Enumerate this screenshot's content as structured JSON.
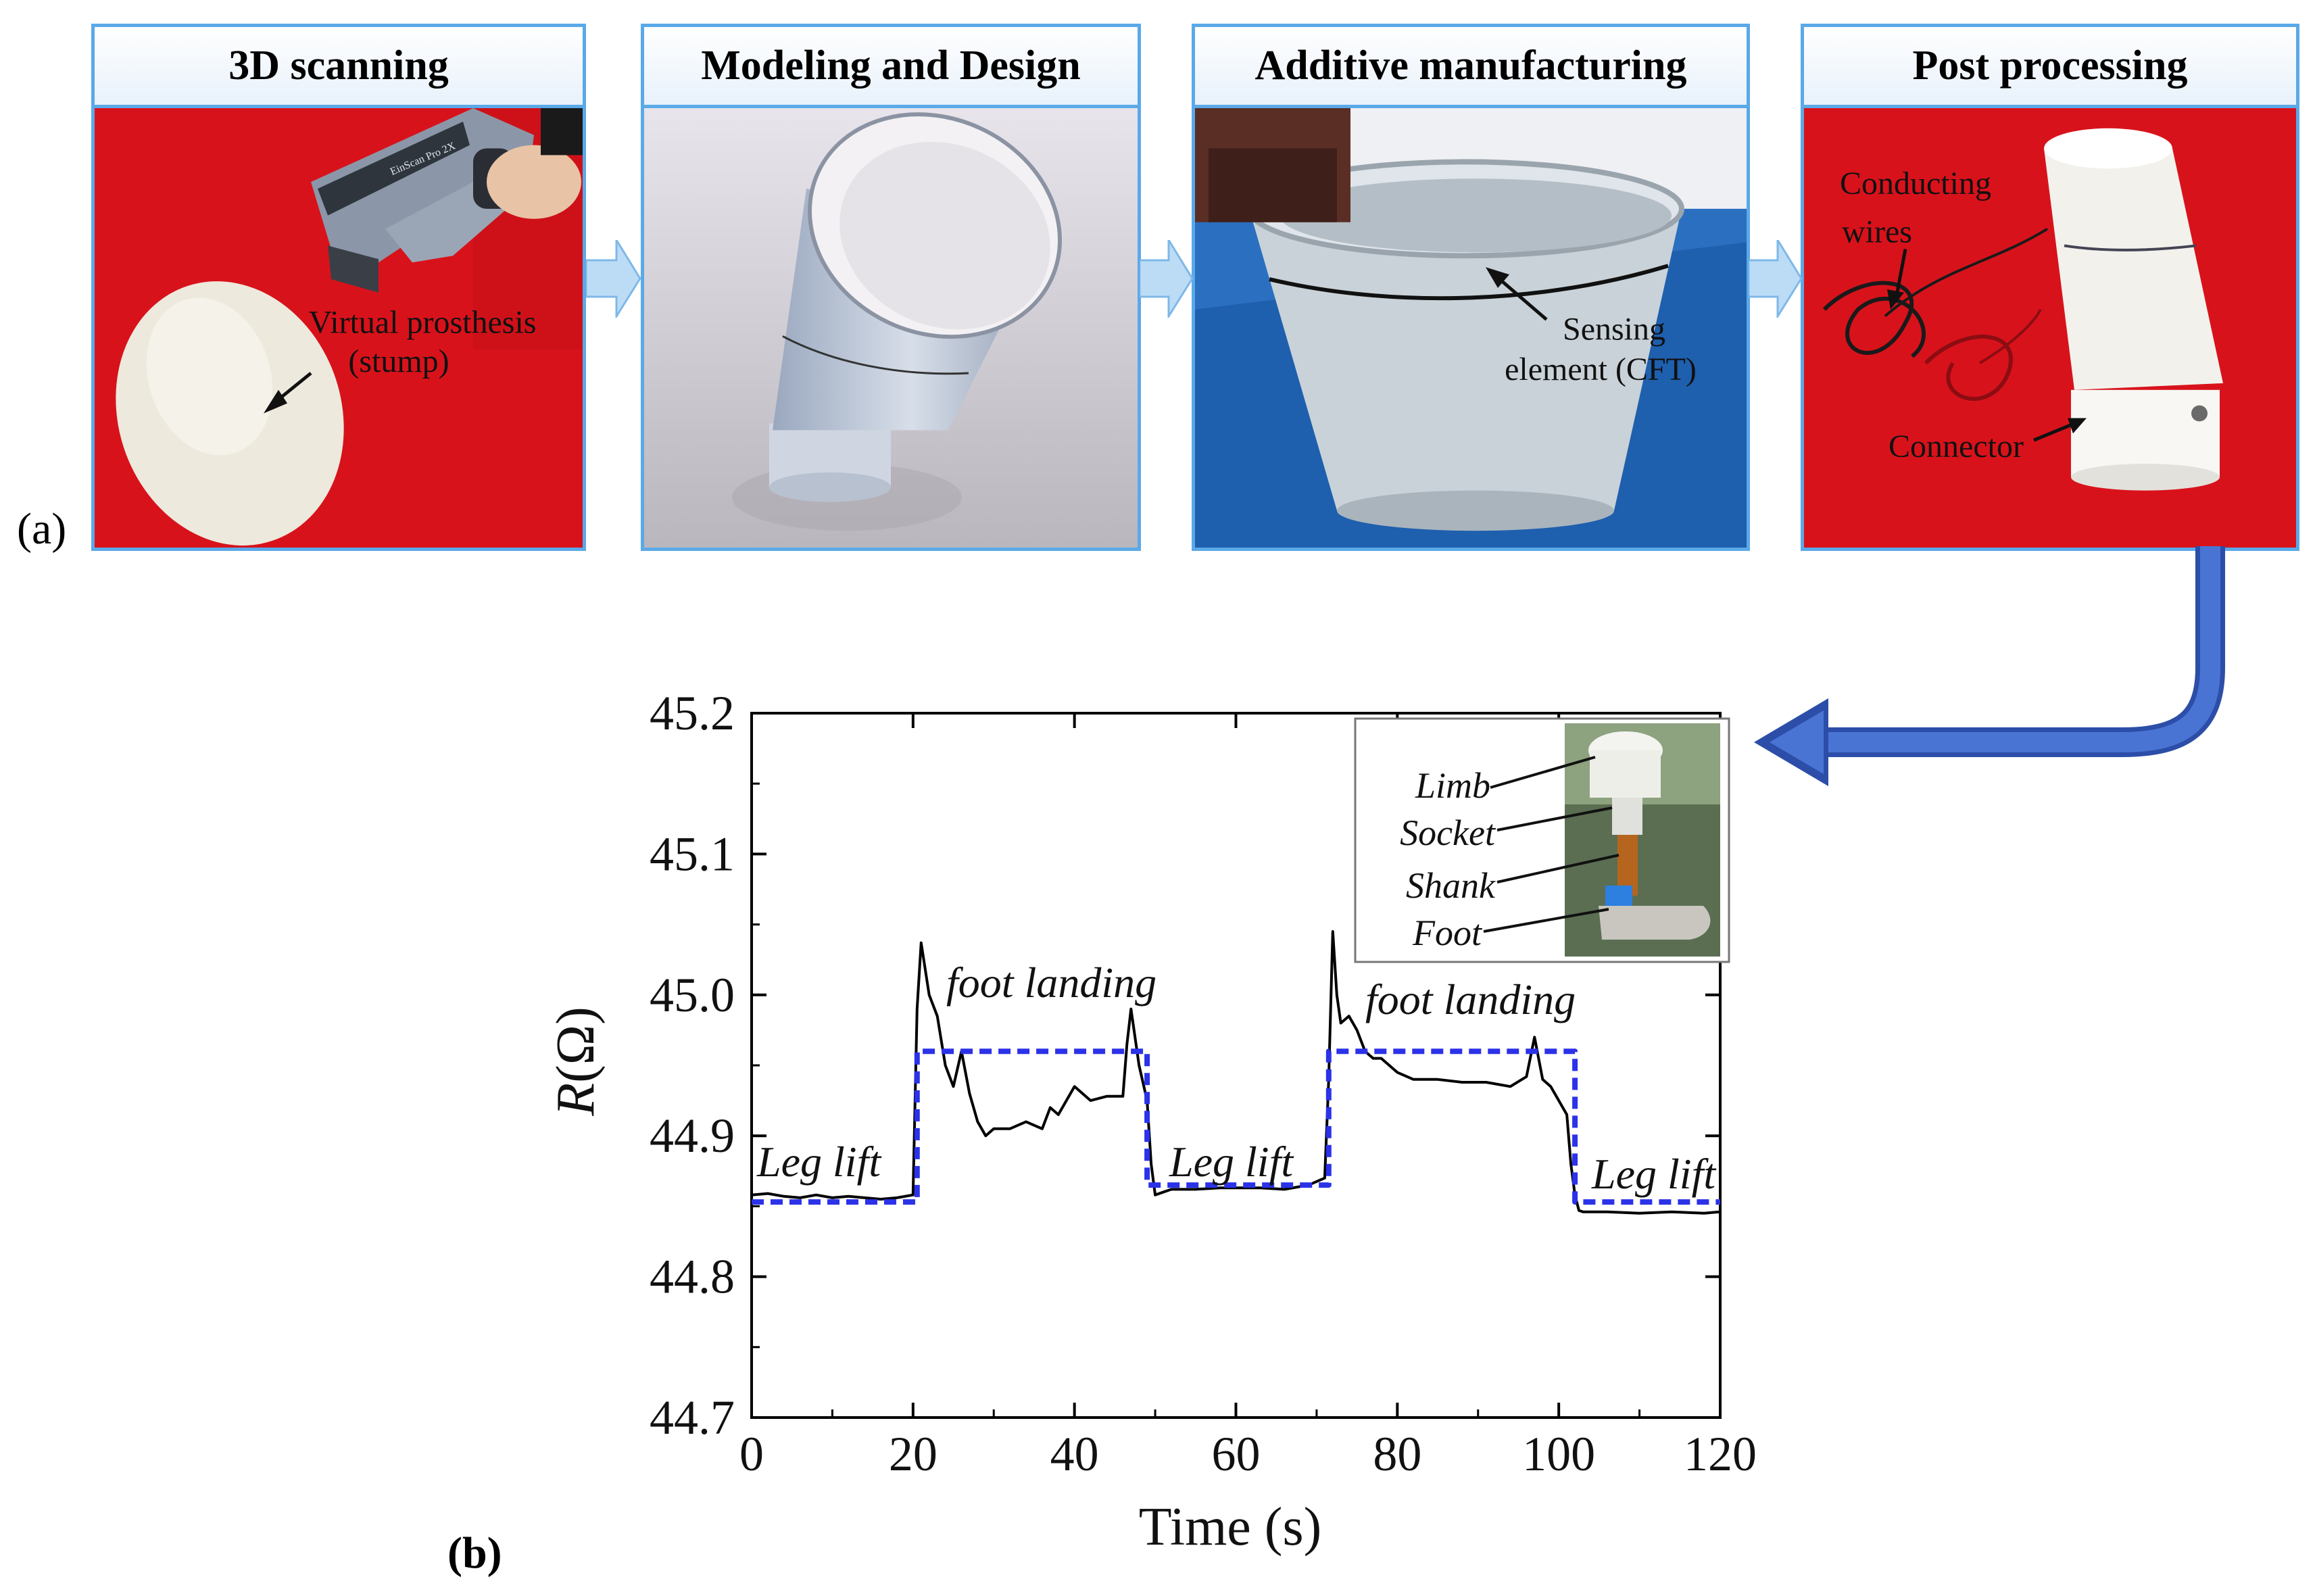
{
  "panel_a": {
    "label": "(a)",
    "steps": [
      {
        "title": "3D scanning",
        "annotation_line1": "Virtual prosthesis",
        "annotation_line2": "(stump)"
      },
      {
        "title": "Modeling and Design"
      },
      {
        "title": "Additive manufacturing",
        "annotation_line1": "Sensing",
        "annotation_line2": "element (CFT)"
      },
      {
        "title": "Post processing",
        "annotation_line1": "Conducting",
        "annotation_line2": "wires",
        "annotation_connector": "Connector"
      }
    ],
    "scanner_brand_text": "EinScan Pro 2X",
    "colors": {
      "panel_border": "#5aa9e8",
      "flow_arrow": "#bcdcf6",
      "red_background": "#d8121b",
      "blue_arrow": "#3b63c4"
    }
  },
  "panel_b": {
    "label": "(b)",
    "inset_labels": [
      "Limb",
      "Socket",
      "Shank",
      "Foot"
    ],
    "annotations": {
      "leg_lift_1": "Leg lift",
      "foot_landing_1": "foot landing",
      "leg_lift_2": "Leg lift",
      "foot_landing_2": "foot landing",
      "leg_lift_3": "Leg lift"
    }
  },
  "chart_data": {
    "type": "line",
    "title": "",
    "xlabel": "Time (s)",
    "ylabel": "R(Ω)",
    "ylabel_italic": "R",
    "ylabel_unit": "(Ω)",
    "xlim": [
      0,
      120
    ],
    "ylim": [
      44.7,
      45.2
    ],
    "xticks": [
      0,
      20,
      40,
      60,
      80,
      100,
      120
    ],
    "yticks": [
      44.7,
      44.8,
      44.9,
      45.0,
      45.1,
      45.2
    ],
    "ytick_labels": [
      "44.7",
      "44.8",
      "44.9",
      "45.0",
      "45.1",
      "45.2"
    ],
    "grid": false,
    "legend": "none",
    "series": [
      {
        "style": "solid",
        "color": "#000000",
        "x": [
          0,
          2,
          4,
          6,
          8,
          10,
          12,
          14,
          16,
          18,
          20,
          20.5,
          21,
          22,
          23,
          24,
          25,
          26,
          27,
          28,
          29,
          30,
          32,
          34,
          36,
          37,
          38,
          40,
          42,
          44,
          46,
          46.5,
          47,
          48,
          49,
          49.5,
          50,
          52,
          55,
          58,
          60,
          63,
          66,
          69,
          71,
          71.5,
          72,
          72.5,
          73,
          74,
          75,
          76,
          77,
          78,
          80,
          82,
          85,
          88,
          91,
          94,
          96,
          97,
          98,
          99,
          100,
          101,
          101.5,
          102,
          102.5,
          103,
          106,
          110,
          114,
          118,
          120
        ],
        "y": [
          44.858,
          44.859,
          44.857,
          44.856,
          44.858,
          44.856,
          44.857,
          44.856,
          44.855,
          44.856,
          44.858,
          44.99,
          45.037,
          45.0,
          44.985,
          44.95,
          44.935,
          44.96,
          44.93,
          44.91,
          44.9,
          44.905,
          44.905,
          44.91,
          44.905,
          44.92,
          44.915,
          44.935,
          44.925,
          44.928,
          44.928,
          44.965,
          44.99,
          44.95,
          44.925,
          44.88,
          44.858,
          44.862,
          44.862,
          44.863,
          44.863,
          44.863,
          44.862,
          44.865,
          44.87,
          44.94,
          45.045,
          45.0,
          44.98,
          44.985,
          44.975,
          44.96,
          44.955,
          44.955,
          44.945,
          44.94,
          44.94,
          44.938,
          44.938,
          44.935,
          44.942,
          44.97,
          44.94,
          44.935,
          44.925,
          44.915,
          44.88,
          44.858,
          44.847,
          44.846,
          44.846,
          44.845,
          44.846,
          44.845,
          44.846
        ]
      },
      {
        "style": "dashed",
        "color": "#2b32e8",
        "x": [
          0,
          20.5,
          20.5,
          49,
          49,
          71.5,
          71.5,
          102,
          102,
          120
        ],
        "y": [
          44.853,
          44.853,
          44.96,
          44.96,
          44.865,
          44.865,
          44.96,
          44.96,
          44.853,
          44.853
        ]
      }
    ]
  }
}
